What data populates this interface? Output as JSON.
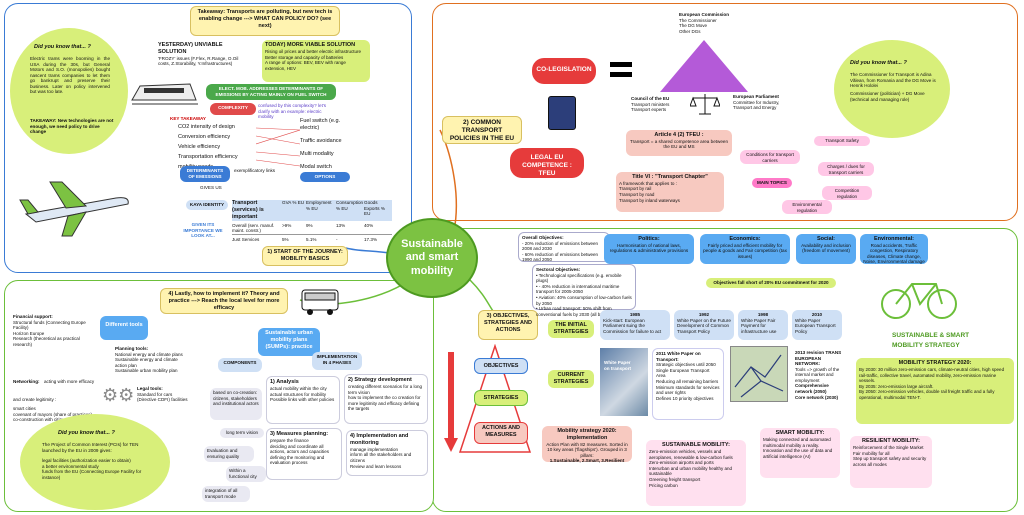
{
  "title": "Sustainable and smart mobility",
  "q1": {
    "heading": "Takeaway: Transports are polluting, but new tech is enabling change ---> WHAT CAN POLICY DO? (see next)",
    "did_title": "Did you know that... ?",
    "did_body": "Electric trams were booming in the USA during the 30s, but General Motors and S.O. (monopolies) bought nascent trams companies to let them go bankrupt and preserve their business. Later on policy intervened but was too late.",
    "takeaway": "TAKEAWAY: New technologies are not enough, we need policy to drive change",
    "yesterday_title": "YESTERDAY) UNVIABLE SOLUTION",
    "yesterday_body": "'FROZY' issues (F.Flex, R.Range, O.Oil costs, Z.Storability, Y.Infrastructures)",
    "today_title": "TODAY) MORE VIABLE SOLUTION",
    "today_items": [
      "Rising oil prices and better electric infrastructure",
      "Better storage and capacity of batteries",
      "A range of options: BEV, BEV with range extension, HEV"
    ],
    "elect": "ELECT. MOB. ADDRESSES DETERMINANTS OF EMISSIONS BY ACTING MAINLY ON FUEL SWITCH",
    "complexity": "COMPLEXITY",
    "key_takeaway": "KEY TAKEAWAY",
    "confused": "confused by this complexity? let's clarify with an example: electric mobility",
    "determinants": [
      "CO2 intensity of design",
      "Conversion efficiency",
      "Vehicle efficiency",
      "Transportation efficiency",
      "mobility needs"
    ],
    "options": [
      "Fuel switch (e.g. electric)",
      "Traffic avoidance",
      "Multi modality",
      "Modal switch"
    ],
    "exemplificatory": "exemplificatory links",
    "det_label": "DETERMINANTS OF EMISSIONS",
    "opt_label": "OPTIONS",
    "gives_us": "GIVES US",
    "kaya": "KAYA IDENTITY",
    "given": "GIVEN ITS IMPORTANCE WE LOOK AT...",
    "table_header": [
      "Transport (services) is important",
      "GVA % EU",
      "Employment % EU",
      "Consumption % EU",
      "Goods Exports % EU"
    ],
    "table_rows": [
      [
        "Overall (serv. manuf. maint. constr.)",
        ">9%",
        "9%",
        "13%",
        "40%"
      ],
      [
        "Just Services",
        "5%",
        "5.1%",
        "-",
        "17.3%"
      ]
    ],
    "start": "1) START OF THE JOURNEY: MOBILITY BASICS"
  },
  "q2": {
    "title": "2) COMMON TRANSPORT POLICIES IN THE EU",
    "coleg": "CO-LEGISLATION",
    "commission_title": "European Commission",
    "commission_items": [
      "The Commissioner",
      "The DG Move",
      "Other DGs"
    ],
    "council_title": "Council of the EU",
    "council_items": [
      "Transport ministers",
      "Transport experts"
    ],
    "parliament_title": "European Parliament",
    "parliament_items": [
      "Committee for Industry, Transport and Energy"
    ],
    "art4_title": "Article 4 (2) TFEU :",
    "art4_body": "Transport = a shared competence area between the EU and MS",
    "legal": "LEGAL EU COMPETENCE : TFEU",
    "titlevi_title": "Title VI : \"Transport Chapter\"",
    "titlevi_body": "A framework that applies to :",
    "titlevi_items": [
      "Transport by rail",
      "Transport by road",
      "Transport by inland waterways"
    ],
    "main_topics": "MAIN TOPICS",
    "topics": [
      "Conditions for transport carriers",
      "Transport Safety",
      "Charges / dues for transport carriers",
      "Competition regulation",
      "Environmental regulation"
    ],
    "did_title": "Did you know that... ?",
    "did_items": [
      "The Commissioner for Transport is Adina Vălean, from Romania and the DG Move is Henrik Hololei",
      "Commissioner (politician) + DG Move (technical and managing role)"
    ]
  },
  "q3": {
    "title": "3) OBJECTIVES, STRATEGIES AND ACTIONS",
    "overall_title": "Overall Objectives:",
    "overall_items": [
      "- 20% reduction of emissions between 2008 and 2030",
      "- 60% reduction of emissions between 1990 and 2050"
    ],
    "sectoral_title": "Sectoral Objectives:",
    "sectoral_items": [
      "• Technological specifications (e.g. emobile plugs)",
      "• - 40% reduction in international maritime transport for 2005-2050",
      "• Aviation: 40% consumption of low-carbon fuels by 2050",
      "• Urban road transport: 50% shift from conventional fuels by 2030 (all by 2050)"
    ],
    "politics_title": "Politics:",
    "politics_body": "Harmonisation of national laws, regulations & administrative provisions",
    "economics_title": "Economics:",
    "economics_body": "Fairly priced and efficient mobility for people & goods and Fair competition (tax issues)",
    "social_title": "Social:",
    "social_body": "Availability and inclusion (freedom of movement)",
    "env_title": "Environmental:",
    "env_body": "Road accidents, Traffic congestion, Respiratory diseases, Climate change, Noise, Environmental damage",
    "fall_short": "Objectives fall short of 20% EU commitment for 2020",
    "objectives": "OBJECTIVES",
    "strategies": "STRATEGIES",
    "actions": "ACTIONS AND MEASURES",
    "initial": "THE INITIAL STRATEGIES",
    "current": "CURRENT STRATEGIES",
    "y1985": "1985",
    "t1985": "Kick-start: European Parliament suing the Commission for failure to act",
    "y1992": "1992",
    "t1992": "White Paper on the Future Development of Common Transport Policy",
    "y1998": "1998",
    "t1998": "White Paper Fair Payment for infrastructure use",
    "y2010": "2010",
    "t2010": "White Paper European Transport Policy",
    "wp_caption": "White Paper on transport",
    "wp2011_title": "2011 White Paper on Transport:",
    "wp2011_items": [
      "Strategic objectives until 2050",
      "Single European Transport Area",
      "Reducing all remaining barriers",
      "Minimum standards for services and user rights",
      "Defines 10 priority objectives"
    ],
    "ten_title": "2013 revision TRANS EUROPEAN NETWORK:",
    "ten_items": [
      "Tools => growth of the internal market and employment",
      "Comprehensive network (2050)",
      "Core network (2030)"
    ],
    "ms2020_title": "Mobility strategy 2020: implementation",
    "ms2020_body": "Action Plan with 82 measures. Sorted in 10 key areas ('flagships'). Grouped in 3 pillars:",
    "ms2020_pillars": "1.Sustainable, 2.Smart, 3.Resilient",
    "sus_title": "SUSTAINABLE MOBILITY:",
    "sus_items": [
      "Zero-emission vehicles, vessels and aeroplanes, renewable & low-carbon fuels",
      "Zero-emission airports and ports",
      "Interurban and urban mobility healthy and sustainable",
      "Greening freight transport",
      "Pricing carbon"
    ],
    "smart_title": "SMART MOBILITY:",
    "smart_items": [
      "Making connected and automated multimodal mobility a reality.",
      "Innovation and the use of data and artificial intelligence (AI)"
    ],
    "res_title": "RESILIENT MOBILITY:",
    "res_items": [
      "Reinforcement of the Single Market",
      "Fair mobility for all",
      "Step up transport safety and security across all modes"
    ],
    "logo_line1": "SUSTAINABLE & SMART",
    "logo_line2": "MOBILITY STRATEGY",
    "ms2050_title": "MOBILITY STRATEGY 2020:",
    "ms2050_items": [
      "By 2030: 30 million zero-emission cars, climate-neutral cities, high speed rail-traffic, collective travel, automated mobility, zero-emission marine vessels.",
      "By 2035: zero-emission large aircraft.",
      "By 2050: zero-emission vehicles, double rail freight traffic and a fully operational, multimodal TEN-T."
    ]
  },
  "q4": {
    "heading": "4) Lastly, how to implement it? Theory and practice ---> Reach the local level for more efficacy",
    "tools": "Different tools",
    "fin_title": "Financial support:",
    "fin_items": [
      "Structural funds (Connecting Europe Facility)",
      "Horizon Europe",
      "Research (theoretical as practical research)"
    ],
    "net_title": "Networking:",
    "net_body": "acting with more efficacy and create legitimity :",
    "net_items": [
      "smart cities",
      "covenant of mayors (share of practices)",
      "co-construction with citizens"
    ],
    "plan_title": "Planning tools:",
    "plan_items": [
      "National energy and climate plans",
      "Sustainable energy and climate action plan",
      "Sustainable urban mobility plan"
    ],
    "legal_title": "Legal tools:",
    "legal_body": "Standard for cars (Directive CDFI) facilities",
    "sump": "Sustainable urban mobility plans (SUMPs): practice",
    "components": "COMPONENTS",
    "impl": "IMPLEMENTATION IN 4 PHASES",
    "comp_items": [
      "based on co-creation: citizens, stakeholders and institutional actors",
      "long term vision",
      "Evaluation and ensuring quality",
      "Within a functional city",
      "integration of all transport mode"
    ],
    "ph1_title": "1) Analysis",
    "ph1_items": [
      "actual mobility within the city",
      "actual structures for mobility",
      "Possible links with other policies"
    ],
    "ph2_title": "2) Strategy development",
    "ph2_items": [
      "creating different scenarios for a long term vision",
      "how to implement the co creation for more legitimity and efficacy defining the targets"
    ],
    "ph3_title": "3) Measures planning:",
    "ph3_items": [
      "prepare the finance",
      "deciding and coordinate all actions, actors and capacities defining the monitoring and evaluation process"
    ],
    "ph4_title": "4) Implementation and monitoring",
    "ph4_items": [
      "manage implementation",
      "inform all the stakeholders and citizens",
      "Review and learn lessons"
    ],
    "did_title": "Did you know that... ?",
    "did_body": "The Project of Common Interest (PCIs) for TEN launched by the EU in 2009 gives:",
    "did_items": [
      "legal facilities (authorization easier to obtain)",
      "a better environmental study",
      "funds from the EU (Connecting Europe Facility for instance)"
    ]
  }
}
